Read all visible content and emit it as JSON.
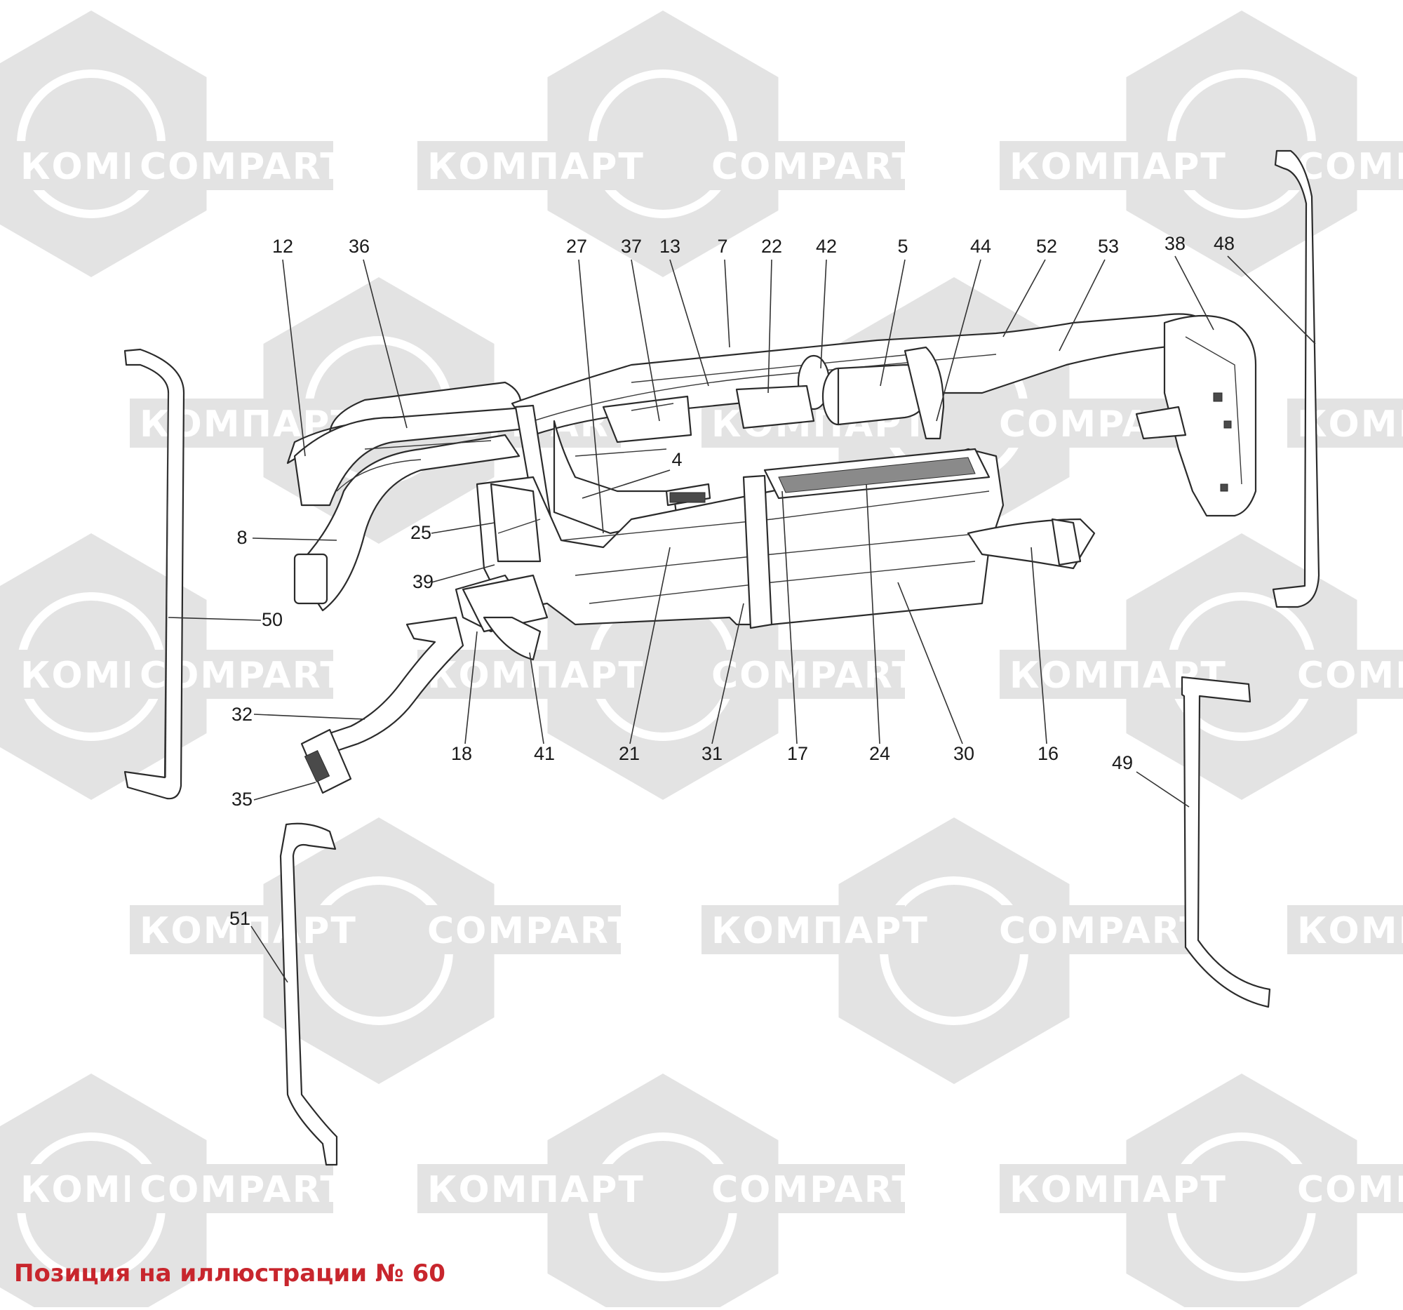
{
  "watermark": {
    "latin": "COMPART",
    "cyrillic": "КОМПАРТ",
    "color": "#e3e3e3"
  },
  "callouts": [
    "12",
    "36",
    "27",
    "37",
    "13",
    "7",
    "22",
    "42",
    "5",
    "44",
    "52",
    "53",
    "38",
    "48",
    "4",
    "8",
    "25",
    "39",
    "50",
    "32",
    "35",
    "18",
    "41",
    "21",
    "31",
    "17",
    "24",
    "30",
    "16",
    "49",
    "51"
  ],
  "caption": {
    "text": "Позиция на иллюстрации № 60",
    "color": "#c8262d"
  }
}
